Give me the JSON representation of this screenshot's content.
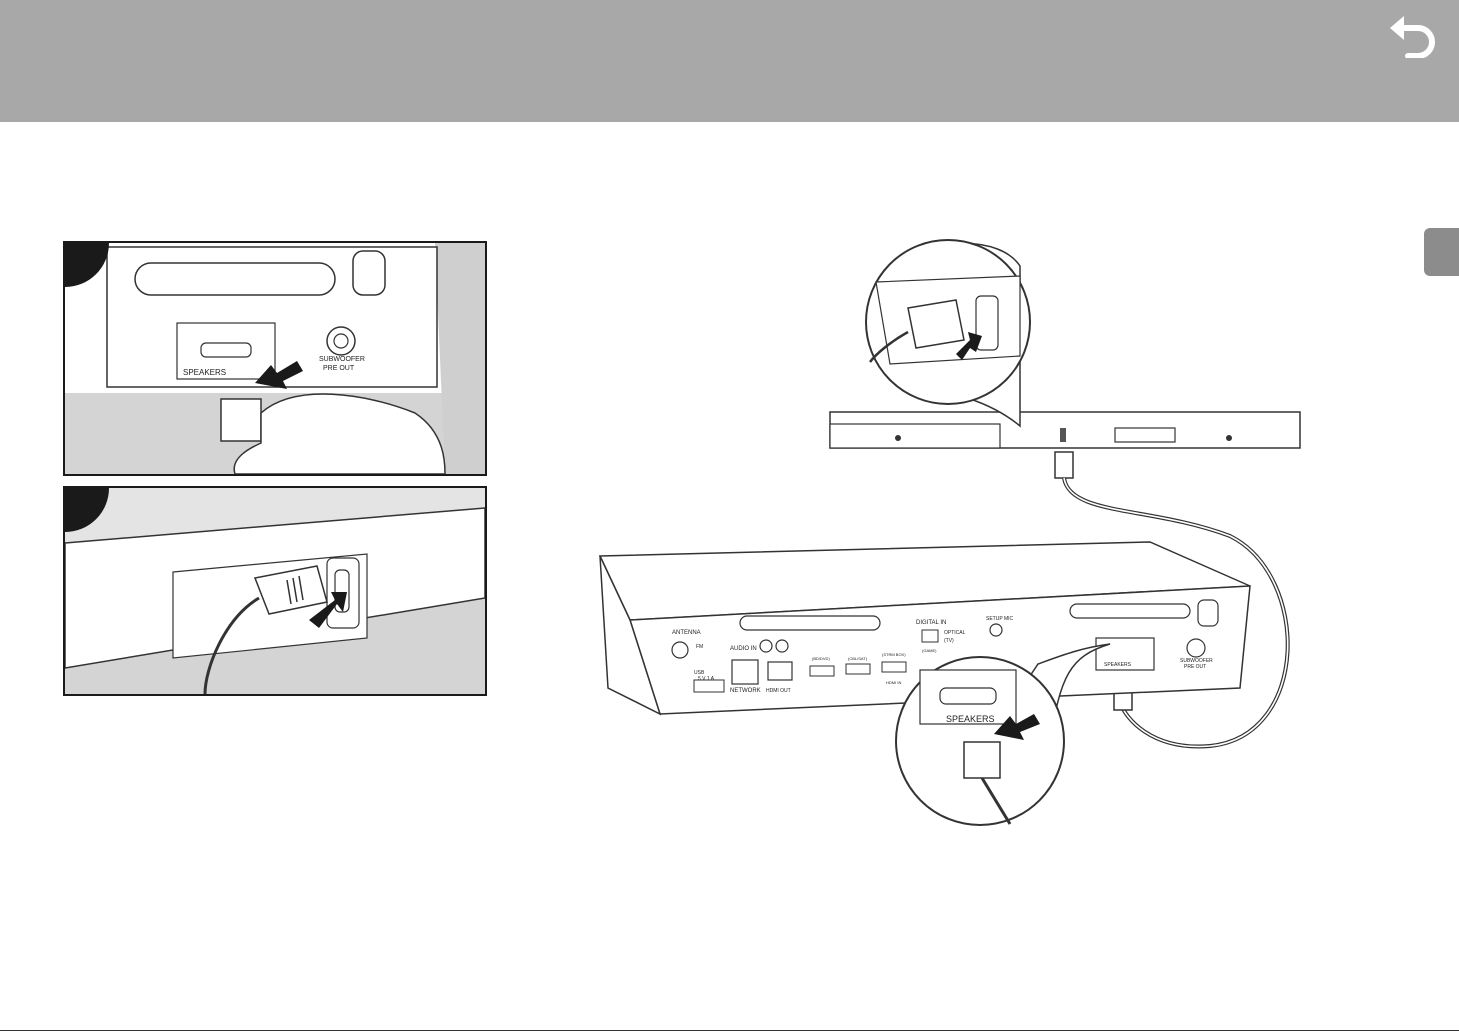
{
  "header": {
    "back_icon": "return-arrow-icon",
    "background": "#a8a8a8"
  },
  "side_tab": {
    "color": "#8c8c8c"
  },
  "panel1": {
    "speakers_label": "SPEAKERS",
    "subwoofer_label": "SUBWOOFER",
    "preout_label": "PRE OUT"
  },
  "main": {
    "zoom_speakers_label": "SPEAKERS",
    "network_label": "NETWORK",
    "hdmi_out_label": "HDMI OUT",
    "audio_in_label": "AUDIO IN",
    "digital_in_label": "DIGITAL IN",
    "optical_label": "OPTICAL",
    "tv_label": "(TV)",
    "setup_mic_label": "SETUP MIC",
    "antenna_label": "ANTENNA",
    "fm_label": "FM",
    "usb_label": "USB",
    "usb_rating": "5 V 1 A",
    "hdmi_in_label": "HDMI IN",
    "bd_dvd": "(BD/DVD)",
    "cbl_sat": "(CBL/SAT)",
    "strm_box": "(STRM BOX)",
    "game": "(GAME)",
    "rear_speakers_label": "SPEAKERS",
    "rear_subwoofer_label": "SUBWOOFER",
    "rear_preout_label": "PRE OUT"
  }
}
